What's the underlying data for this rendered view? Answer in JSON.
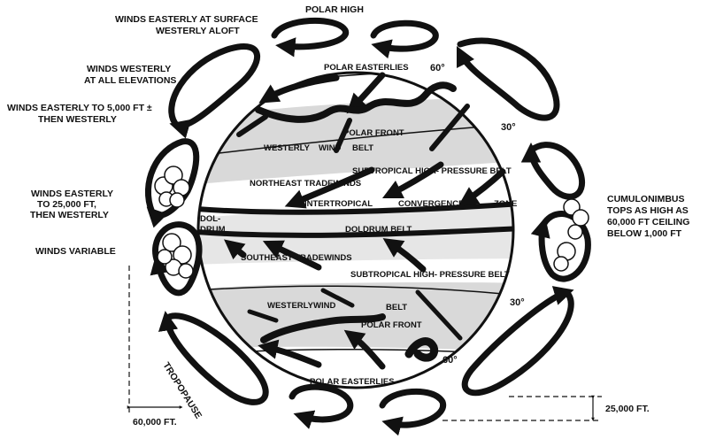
{
  "labels": {
    "polar_high": "POLAR HIGH",
    "winds_easterly_surface_1": "WINDS EASTERLY AT SURFACE",
    "winds_easterly_surface_2": "WESTERLY ALOFT",
    "winds_westerly_1": "WINDS WESTERLY",
    "winds_westerly_2": "AT ALL ELEVATIONS",
    "winds_5000_1": "WINDS EASTERLY TO 5,000 FT ±",
    "winds_5000_2": "THEN WESTERLY",
    "winds_25000_1": "WINDS EASTERLY",
    "winds_25000_2": "TO 25,000 FT,",
    "winds_25000_3": "THEN WESTERLY",
    "winds_variable": "WINDS VARIABLE",
    "cumulonimbus_1": "CUMULONIMBUS",
    "cumulonimbus_2": "TOPS AS HIGH AS",
    "cumulonimbus_3": "60,000 FT CEILING",
    "cumulonimbus_4": "BELOW 1,000 FT",
    "polar_easterlies_top": "POLAR EASTERLIES",
    "polar_easterlies_bottom": "POLAR EASTERLIES",
    "deg_60_top": "60°",
    "deg_30_top": "30°",
    "deg_30_bottom": "30°",
    "deg_60_bottom": "60°",
    "polar_front_top": "POLAR FRONT",
    "polar_front_bottom": "POLAR FRONT",
    "westerly_top_1": "WESTERLY",
    "westerly_top_2": "WIND",
    "westerly_top_3": "BELT",
    "westerly_bottom_1": "WESTERLY",
    "westerly_bottom_2": "WIND",
    "westerly_bottom_3": "BELT",
    "subtropical_top": "SUBTROPICAL HIGH- PRESSURE BELT",
    "subtropical_bottom": "SUBTROPICAL HIGH- PRESSURE BELT",
    "ne_tradewinds": "NORTHEAST TRADEWINDS",
    "se_tradewinds": "SOUTHEAST TRADEWINDS",
    "itcz_1": "INTERTROPICAL",
    "itcz_2": "CONVERGENCE",
    "itcz_3": "ZONE",
    "doldrum_1": "DOL-",
    "doldrum_2": "DRUM",
    "doldrum_belt": "DOLDRUM BELT",
    "tropopause": "TROPOPAUSE",
    "ft_60000": "60,000 FT.",
    "ft_25000": "25,000 FT."
  },
  "colors": {
    "ink": "#111111",
    "band": "#d8d8d8",
    "paper": "#ffffff"
  }
}
